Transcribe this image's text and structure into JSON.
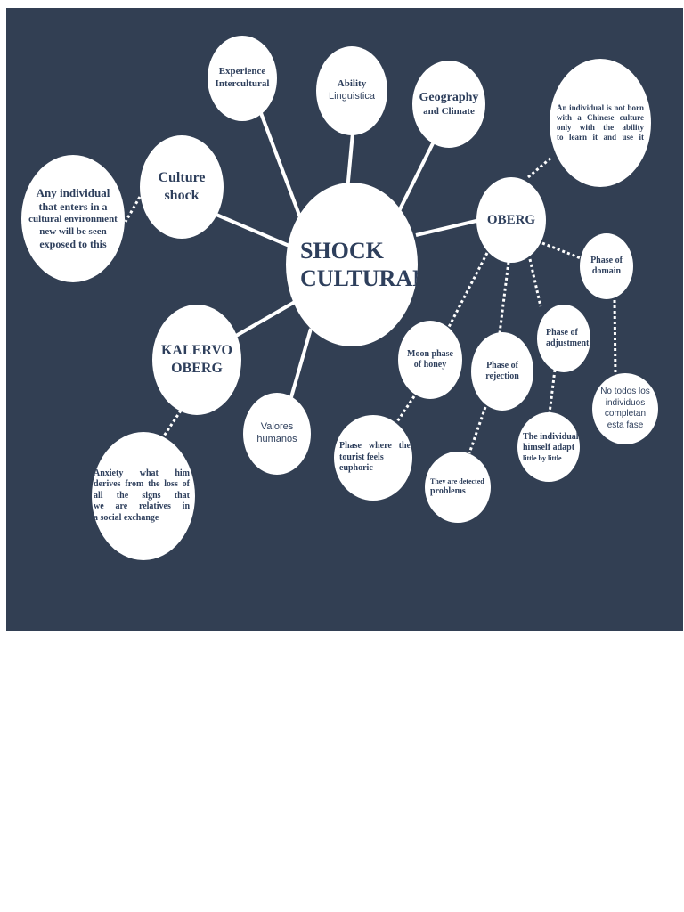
{
  "colors": {
    "background": "#323f53",
    "node_fill": "#ffffff",
    "text": "#2e3f5c",
    "connector": "#ffffff"
  },
  "nodes": {
    "center": {
      "lines": [
        "SHOCK",
        "CULTURAL"
      ]
    },
    "experience": {
      "lines": [
        "Experience",
        "Intercultural"
      ]
    },
    "ability": {
      "lines": [
        "Ability",
        "Linguistica"
      ]
    },
    "geography": {
      "lines": [
        "Geography",
        "and Climate"
      ]
    },
    "culture_shock": {
      "lines": [
        "Culture",
        "shock"
      ]
    },
    "any_individual": {
      "lines": [
        "Any individual",
        "that enters in a",
        "cultural environment",
        "new will be seen",
        "exposed  to  this"
      ]
    },
    "oberg": {
      "lines": [
        "OBERG"
      ]
    },
    "chinese_culture": {
      "lines": [
        "An  individual  is  not  born",
        "with  a  Chinese  culture",
        "only  with  the  ability",
        "to learn it and use it"
      ]
    },
    "phase_domain": {
      "lines": [
        "Phase of",
        "domain"
      ]
    },
    "kalervo": {
      "lines": [
        "KALERVO",
        "OBERG"
      ]
    },
    "valores": {
      "lines": [
        "Valores",
        "humanos"
      ]
    },
    "anxiety": {
      "lines": [
        "Anxiety         what         him",
        "derives from the loss of",
        "all   the   signs   that",
        "we  are  relatives  in",
        "a social exchange"
      ]
    },
    "moon_phase": {
      "lines": [
        "Moon phase",
        "of honey"
      ]
    },
    "phase_rejection": {
      "lines": [
        "Phase of",
        "rejection"
      ]
    },
    "phase_adjustment": {
      "lines": [
        "Phase of",
        "adjustment"
      ]
    },
    "euphoric": {
      "lines": [
        "Phase   where   the",
        "tourist feels",
        "euphoric"
      ]
    },
    "detected": {
      "lines": [
        "They  are  detected",
        "problems"
      ]
    },
    "individual_adapt": {
      "lines": [
        "The   individual",
        "himself adapt",
        "little by little"
      ]
    },
    "no_todos": {
      "lines": [
        "No todos los",
        "individuos",
        "completan",
        "esta fase"
      ]
    }
  }
}
